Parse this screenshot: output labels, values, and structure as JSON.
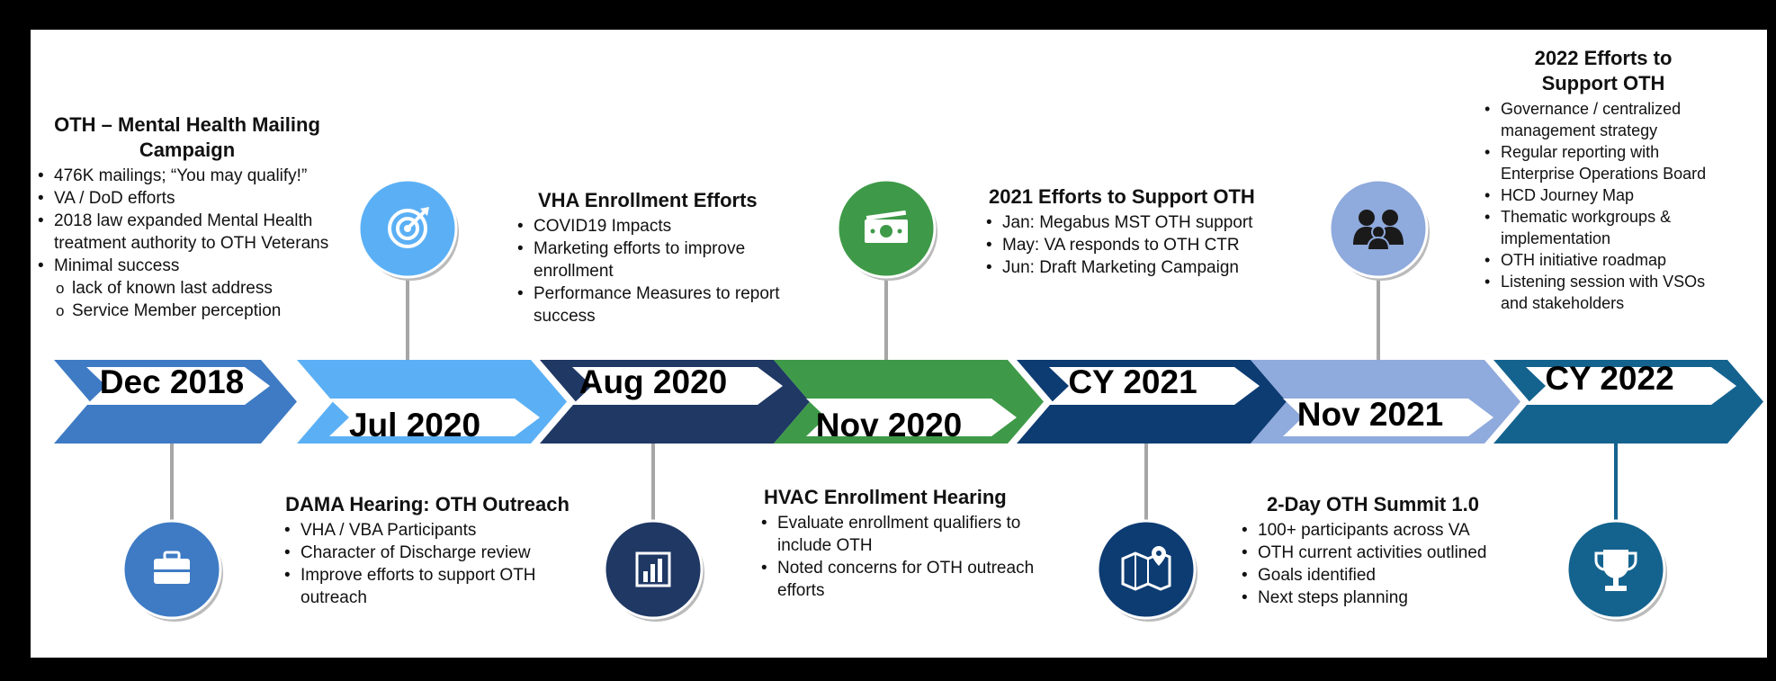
{
  "colors": {
    "seg1": "#3E7BC4",
    "seg2": "#5BB0F5",
    "seg3": "#1F3864",
    "seg4": "#3E9A48",
    "seg5": "#0D3C73",
    "seg6": "#8FAADC",
    "seg7": "#14638F",
    "stem": "#A6A6A6"
  },
  "dates": [
    "Dec 2018",
    "Jul 2020",
    "Aug 2020",
    "Nov 2020",
    "CY 2021",
    "Nov 2021",
    "CY 2022"
  ],
  "icons": [
    {
      "name": "briefcase-icon",
      "color": "#3E7BC4"
    },
    {
      "name": "target-icon",
      "color": "#5BB0F5"
    },
    {
      "name": "bar-chart-icon",
      "color": "#1F3864"
    },
    {
      "name": "money-icon",
      "color": "#3E9A48"
    },
    {
      "name": "map-pin-icon",
      "color": "#0D3C73"
    },
    {
      "name": "people-icon",
      "color": "#8FAADC"
    },
    {
      "name": "trophy-icon",
      "color": "#14638F"
    }
  ],
  "blocks": {
    "b1": {
      "title": "OTH – Mental Health Mailing Campaign",
      "items": [
        {
          "text": "476K mailings; “You may qualify!”"
        },
        {
          "text": "VA / DoD efforts"
        },
        {
          "text": "2018 law expanded Mental Health treatment authority to OTH Veterans"
        },
        {
          "text": "Minimal success"
        },
        {
          "text": "lack of known last address",
          "sub": true
        },
        {
          "text": "Service Member perception",
          "sub": true
        }
      ]
    },
    "b2": {
      "title": "DAMA Hearing: OTH Outreach",
      "items": [
        {
          "text": "VHA / VBA Participants"
        },
        {
          "text": "Character of Discharge review"
        },
        {
          "text": "Improve efforts to support OTH outreach"
        }
      ]
    },
    "b3": {
      "title": "VHA Enrollment Efforts",
      "items": [
        {
          "text": "COVID19 Impacts"
        },
        {
          "text": "Marketing efforts to improve enrollment"
        },
        {
          "text": "Performance Measures to report success"
        }
      ]
    },
    "b4": {
      "title": "HVAC Enrollment Hearing",
      "items": [
        {
          "text": "Evaluate enrollment qualifiers to include OTH"
        },
        {
          "text": "Noted concerns for OTH outreach efforts"
        }
      ]
    },
    "b5": {
      "title": "2021 Efforts to Support OTH",
      "items": [
        {
          "text": "Jan: Megabus MST OTH support"
        },
        {
          "text": "May: VA responds to OTH CTR"
        },
        {
          "text": "Jun: Draft Marketing Campaign"
        }
      ]
    },
    "b6": {
      "title": "2-Day OTH Summit 1.0",
      "items": [
        {
          "text": "100+ participants across VA"
        },
        {
          "text": "OTH current activities outlined"
        },
        {
          "text": "Goals identified"
        },
        {
          "text": "Next steps planning"
        }
      ]
    },
    "b7": {
      "title": "2022 Efforts to Support OTH",
      "items": [
        {
          "text": "Governance / centralized management strategy"
        },
        {
          "text": "Regular reporting with  Enterprise Operations Board"
        },
        {
          "text": "HCD Journey Map"
        },
        {
          "text": "Thematic workgroups & implementation"
        },
        {
          "text": "OTH initiative roadmap"
        },
        {
          "text": "Listening session with VSOs and stakeholders"
        }
      ]
    }
  }
}
